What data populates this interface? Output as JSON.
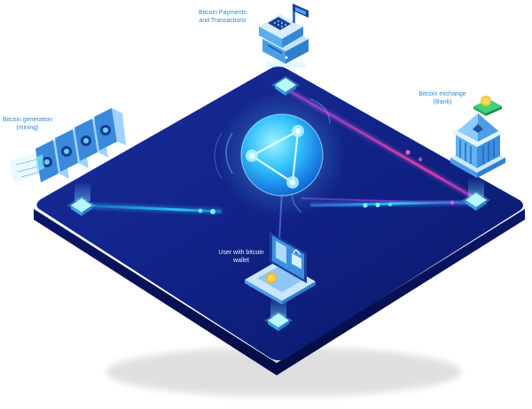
{
  "nodes": {
    "payments": {
      "line1": "Bitcoin Payments",
      "line2": "and Transactions",
      "icon": "cash-register-icon"
    },
    "exchange": {
      "line1": "Bitcoin exchange",
      "line2": "(Bank)",
      "icon": "bank-icon"
    },
    "mining": {
      "line1": "Bitcoin generation",
      "line2": "(mining)",
      "icon": "mining-rig-icon"
    },
    "user": {
      "line1": "User with bitcoin",
      "line2": "wallet",
      "icon": "laptop-wallet-icon"
    }
  },
  "hub_icon": "network-globe-icon",
  "colors": {
    "platform": "#0d1f78",
    "platform_edge": "#060f4a",
    "link_blue": "#27d0ff",
    "link_pink": "#ff2fa0",
    "label_blue": "#2e8bd8",
    "globe": "#3ab8ff"
  }
}
